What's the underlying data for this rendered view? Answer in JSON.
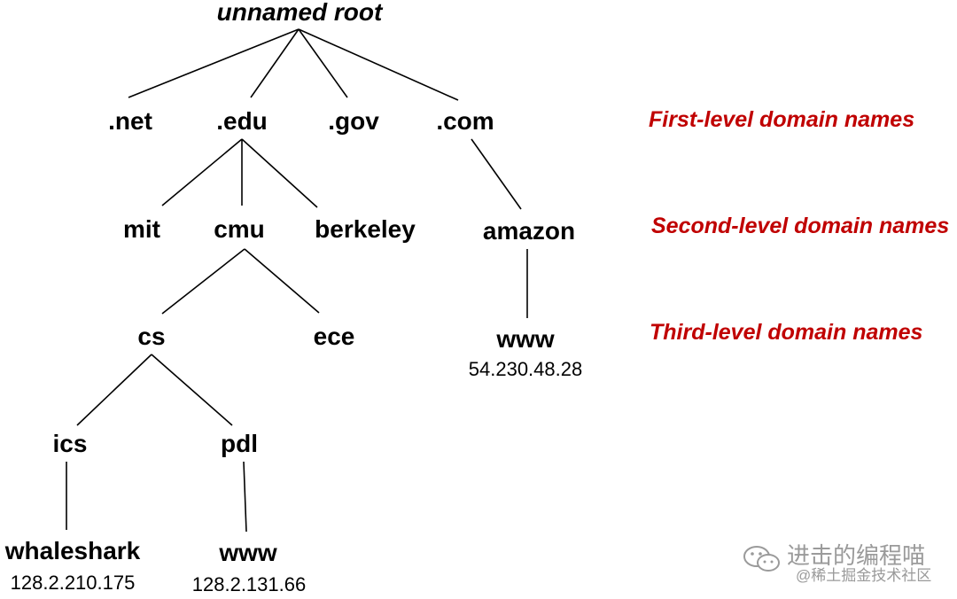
{
  "root": "unnamed root",
  "first_level": {
    "net": ".net",
    "edu": ".edu",
    "gov": ".gov",
    "com": ".com"
  },
  "second_level": {
    "mit": "mit",
    "cmu": "cmu",
    "berkeley": "berkeley",
    "amazon": "amazon"
  },
  "third_level": {
    "cs": "cs",
    "ece": "ece",
    "amazon_www": "www"
  },
  "fourth_level": {
    "ics": "ics",
    "pdl": "pdl"
  },
  "hosts": {
    "whaleshark": "whaleshark",
    "pdl_www": "www"
  },
  "ips": {
    "amazon_www": "54.230.48.28",
    "whaleshark": "128.2.210.175",
    "pdl_www": "128.2.131.66"
  },
  "level_labels": {
    "first": "First-level domain names",
    "second": "Second-level domain names",
    "third": "Third-level domain names"
  },
  "watermark": {
    "name": "进击的编程喵",
    "sub": "@稀土掘金技术社区"
  },
  "colors": {
    "label_red": "#c00000",
    "watermark_gray": "#9a9a9a"
  }
}
